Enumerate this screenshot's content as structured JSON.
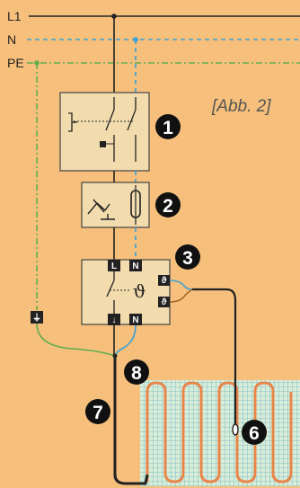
{
  "lines": {
    "l1": "L1",
    "n": "N",
    "pe": "PE"
  },
  "figure_label": "[Abb. 2]",
  "callouts": [
    "1",
    "2",
    "3",
    "6",
    "7",
    "8"
  ],
  "terminals": {
    "l": "L",
    "n_top": "N",
    "n_bottom": "N",
    "ground": "⏚",
    "arrow": "↓",
    "sensor_a": "ϑ",
    "sensor_b": "ϑ"
  },
  "thermostat_symbol": "ϑ",
  "colors": {
    "background": "#f6c07c",
    "live": "#222222",
    "neutral": "#3aa0d8",
    "earth": "#5fae4f",
    "sensor_lead": "#a0662a",
    "heating_cable": "#e8864a",
    "mat_grid": "#6bb7c6",
    "box_fill": "#f2dcae"
  }
}
